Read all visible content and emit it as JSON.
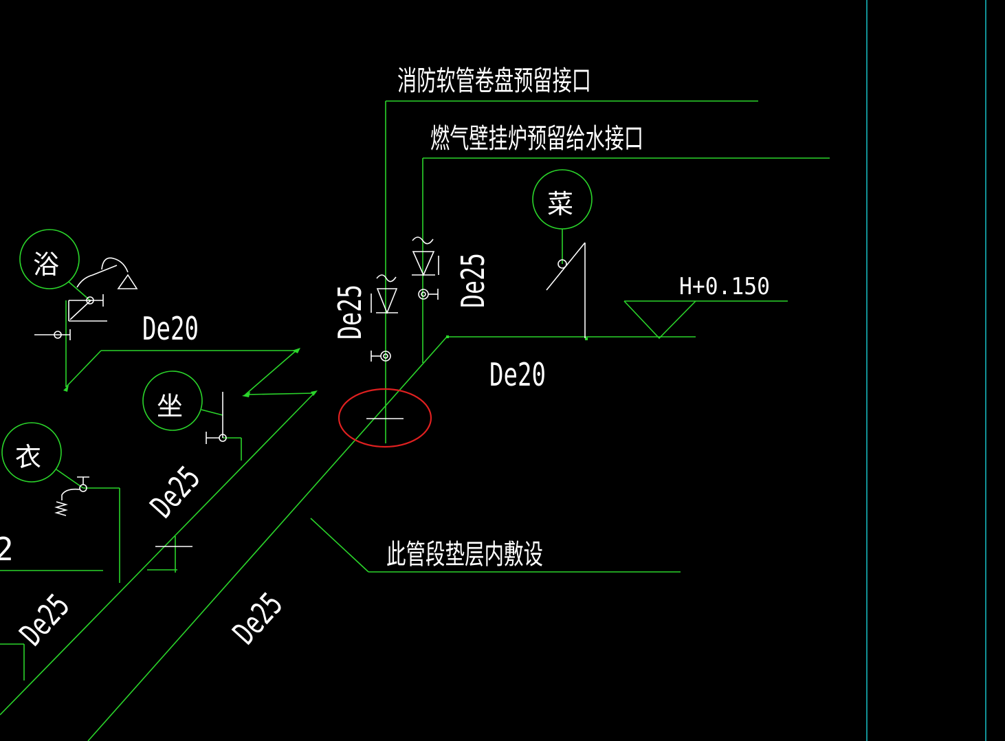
{
  "drawing": {
    "labels": {
      "fire_hose": "消防软管卷盘预留接口",
      "gas_boiler": "燃气壁挂炉预留给水接口",
      "cushion_layer": "此管段垫层内敷设",
      "elevation": "H+0.150"
    },
    "fixtures": {
      "bath": "浴",
      "toilet": "坐",
      "laundry": "衣",
      "kitchen": "菜"
    },
    "pipe_sizes": {
      "de20_left": "De20",
      "de20_right": "De20",
      "de25_riser_left": "De25",
      "de25_riser_right": "De25",
      "de25_diag_mid": "De25",
      "de25_diag_low": "De25",
      "de25_main": "De25"
    },
    "edge_fragment": "2",
    "colors": {
      "background": "#000000",
      "pipe": "#2bd62b",
      "text": "#ffffff",
      "border": "#19c2c9",
      "highlight": "#e02020"
    }
  }
}
